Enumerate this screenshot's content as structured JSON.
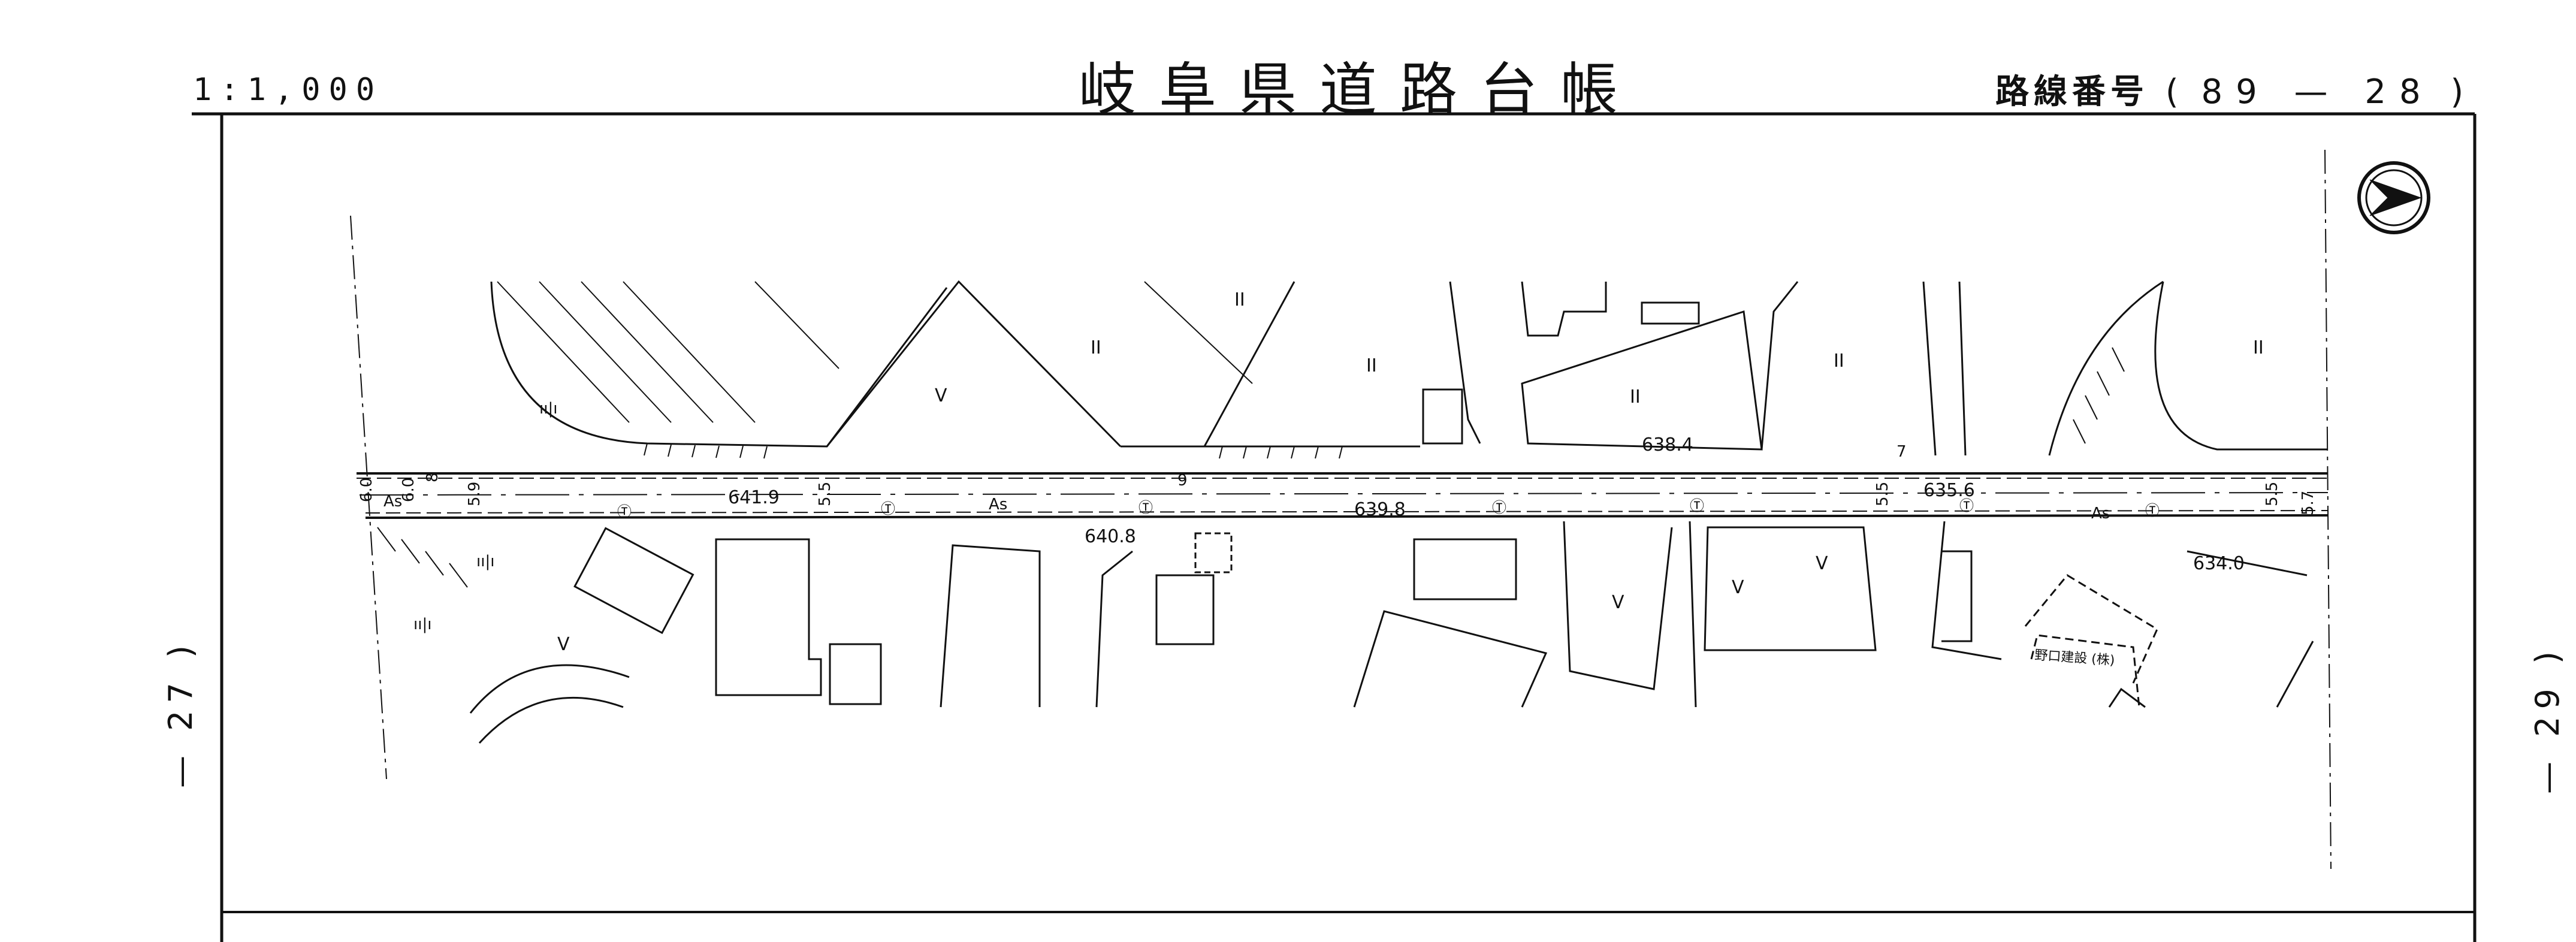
{
  "header": {
    "scale": "1:1,000",
    "title": "岐阜県道路台帳",
    "route_label": "路線番号",
    "route_open": "(",
    "route_number": "89 — 28",
    "route_close": ")"
  },
  "sheets": {
    "prev": "— 27 )",
    "next": "— 29 )"
  },
  "map": {
    "elevations": {
      "e1": "641.9",
      "e2": "640.8",
      "e3": "639.8",
      "e4": "638.4",
      "e5": "635.6",
      "e6": "634.0"
    },
    "widths": {
      "w1": "6.0",
      "w2": "6.0",
      "w3": "8",
      "w4": "5.9",
      "w5": "5.5",
      "w6": "5.5",
      "w7": "5.5",
      "w8": "5.7",
      "w9": "9",
      "w10": "7"
    },
    "surface": {
      "s1": "As",
      "s2": "As",
      "s3": "As"
    },
    "landuse": {
      "paddy": "II",
      "field": "V",
      "wasteland": "ıı|ı"
    },
    "building_label": "野口建設 (株)",
    "poles": "Ⓣ"
  }
}
